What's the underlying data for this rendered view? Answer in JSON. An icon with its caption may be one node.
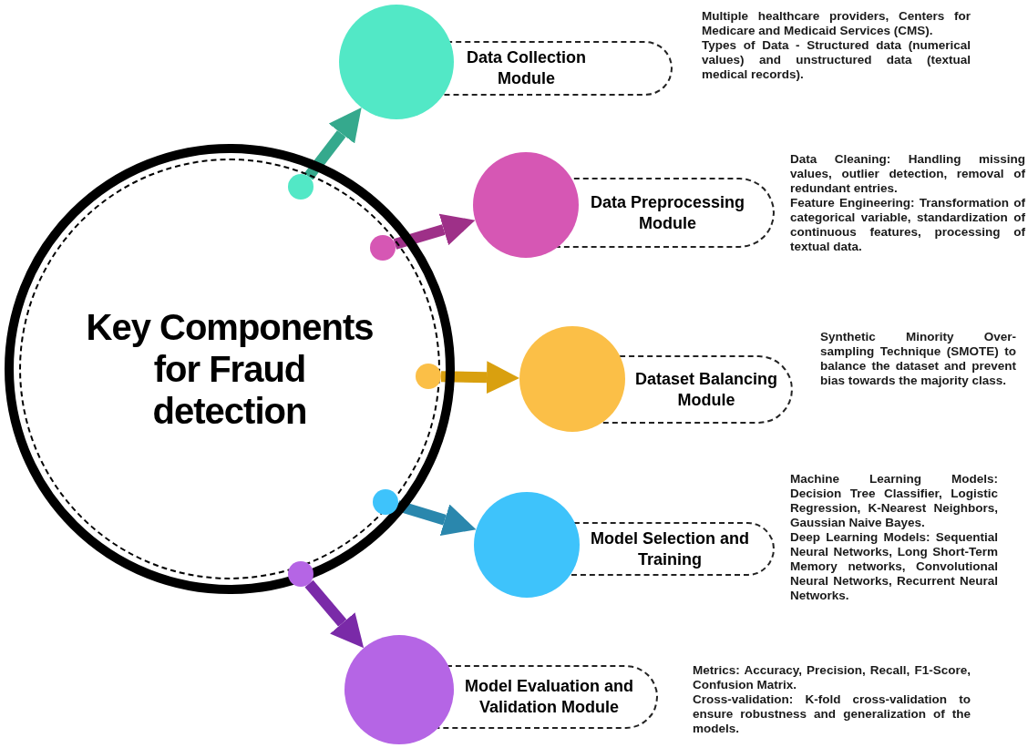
{
  "diagram": {
    "nodes": [
      {
        "text": [
          "Key Components for Fraud detection"
        ]
      },
      {
        "text": [],
        "shape": "circle",
        "in": 0
      },
      {
        "text": [],
        "shape": "circle",
        "in": 0
      },
      {
        "text": [],
        "shape": "circle",
        "in": 0
      },
      {
        "text": [],
        "shape": "circle",
        "in": 0
      },
      {
        "text": [],
        "shape": "circle",
        "in": 0
      },
      {
        "text": [
          "Data Collection Module"
        ],
        "beside": [
          "Multiple healthcare providers, Centers for Medicare and Medicaid Services (CMS).",
          "Types of Data - Structured data (numerical values) and unstructured data (textual medical records)."
        ]
      },
      {
        "text": [
          "Data Preprocessing Module"
        ],
        "beside": [
          "Data Cleaning: Handling missing values, outlier detection, removal of redundant entries.",
          "Feature Engineering: Transformation of categorical variable, standardization of continuous features, processing of textual data."
        ]
      },
      {
        "text": [
          "Dataset Balancing Module"
        ]
      },
      {
        "text": [
          "Model Selection and Training"
        ],
        "beside": [
          "Machine Learning Models: Decision Tree Classifier, Logistic Regression, K-Nearest Neighbors, Gaussian Naive Bayes.",
          "Deep Learning Models: Sequential Neural Networks, Long Short-Term Memory networks, Convolutional Neural Networks, Recurrent Neural Networks."
        ]
      },
      {
        "text": [
          "Model Evaluation and Validation Module"
        ],
        "beside": [
          "Metrics: Accuracy, Precision, Recall, F1-Score, Confusion Matrix.",
          "Cross-validation: K-fold cross-validation to ensure robustness and generalization of the models."
        ]
      }
    ],
    "edges": [
      {
        "from": 1,
        "to": 6,
        "arrow": "to",
        "color": "#35a98d"
      },
      {
        "from": 2,
        "to": 7,
        "arrow": "to",
        "color": "#9e3088"
      },
      {
        "from": 3,
        "to": 8,
        "arrow": "to",
        "color": "#d9a00f"
      },
      {
        "from": 4,
        "to": 9,
        "arrow": "to",
        "color": "#2a87ad"
      },
      {
        "from": 5,
        "to": 10,
        "arrow": "to",
        "color": "#7a2aa8"
      }
    ],
    "labels": [
      "Synthetic Minority Over-sampling Technique (SMOTE) to balance the dataset and prevent bias towards the majority class."
    ]
  }
}
